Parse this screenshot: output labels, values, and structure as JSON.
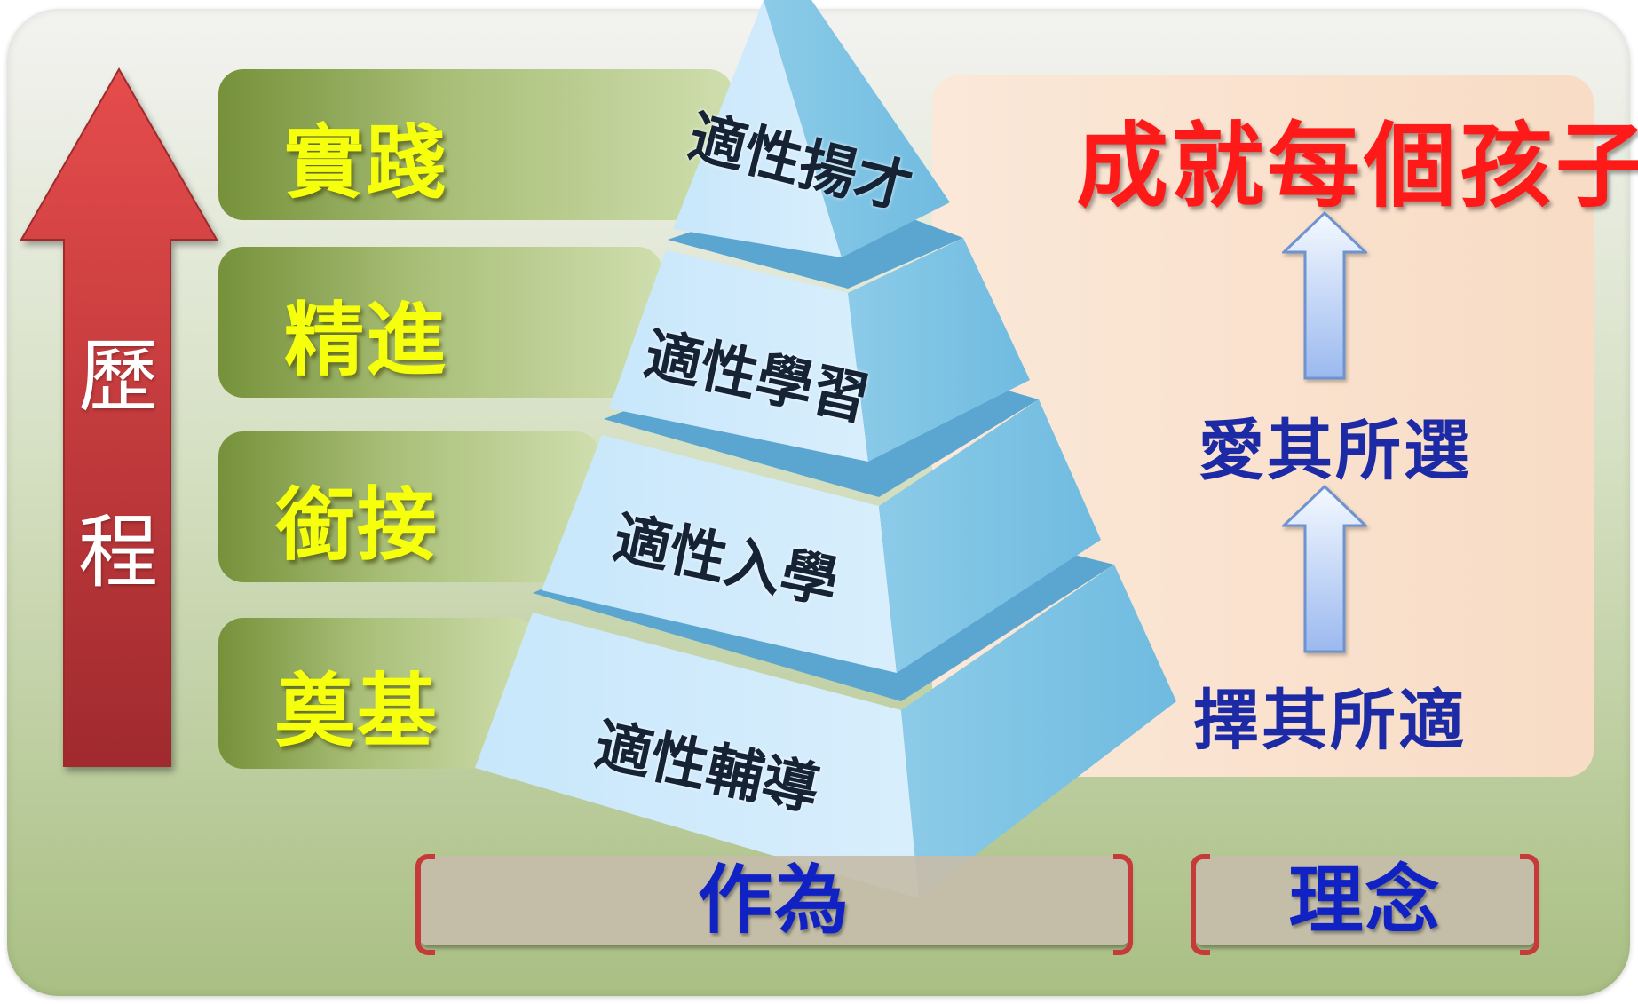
{
  "process": {
    "label_top": "歷",
    "label_bottom": "程",
    "color": "#c8373a"
  },
  "stages": [
    {
      "label": "實踐"
    },
    {
      "label": "精進"
    },
    {
      "label": "銜接"
    },
    {
      "label": "奠基"
    }
  ],
  "pyramid": {
    "levels": [
      {
        "label": "適性揚才"
      },
      {
        "label": "適性學習"
      },
      {
        "label": "適性入學"
      },
      {
        "label": "適性輔導"
      }
    ]
  },
  "principles": {
    "goal": "成就每個孩子",
    "middle": "愛其所選",
    "bottom": "擇其所適",
    "goal_color": "#ff1a1a",
    "text_color": "#1c2aa6"
  },
  "footer": {
    "actions_label": "作為",
    "philosophy_label": "理念"
  }
}
